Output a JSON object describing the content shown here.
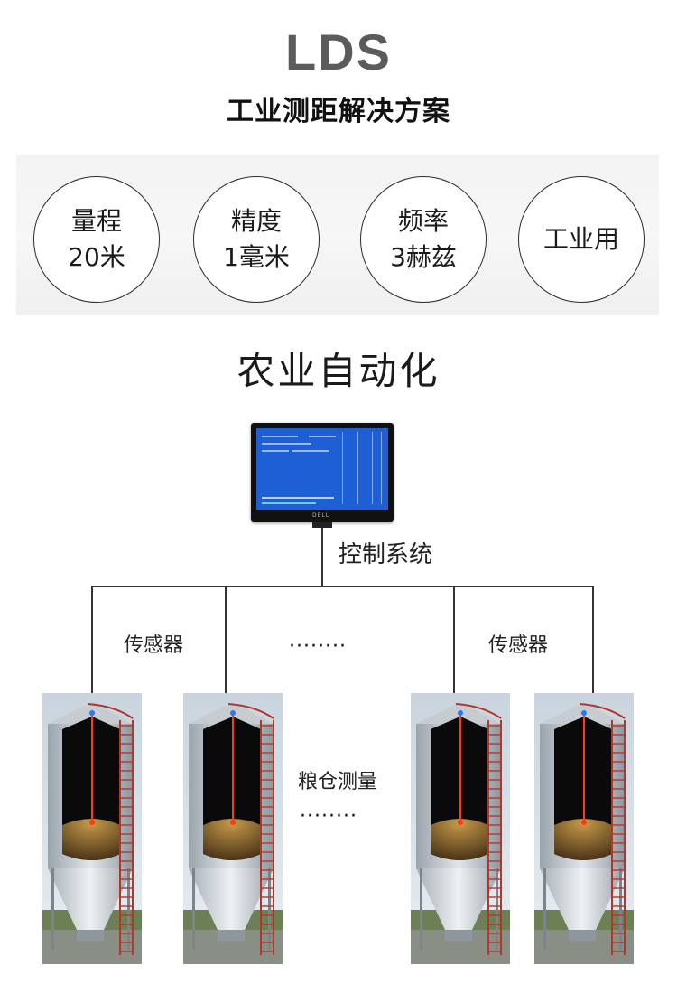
{
  "header": {
    "brand": "LDS",
    "subtitle": "工业测距解决方案"
  },
  "features": [
    {
      "line1": "量程",
      "line2": "20米"
    },
    {
      "line1": "精度",
      "line2": "1毫米"
    },
    {
      "line1": "频率",
      "line2": "3赫兹"
    },
    {
      "line1": "工业用",
      "line2": ""
    }
  ],
  "section": {
    "title": "农业自动化"
  },
  "diagram": {
    "monitor_brand": "DELL",
    "control_label": "控制系统",
    "sensor_label_left": "传感器",
    "sensor_label_right": "传感器",
    "ellipsis_middle": "········",
    "silo_label": "粮仓测量",
    "ellipsis_silo": "········",
    "colors": {
      "screen": "#1f5fd6",
      "laser": "#ff3b12",
      "line": "#333333"
    }
  }
}
